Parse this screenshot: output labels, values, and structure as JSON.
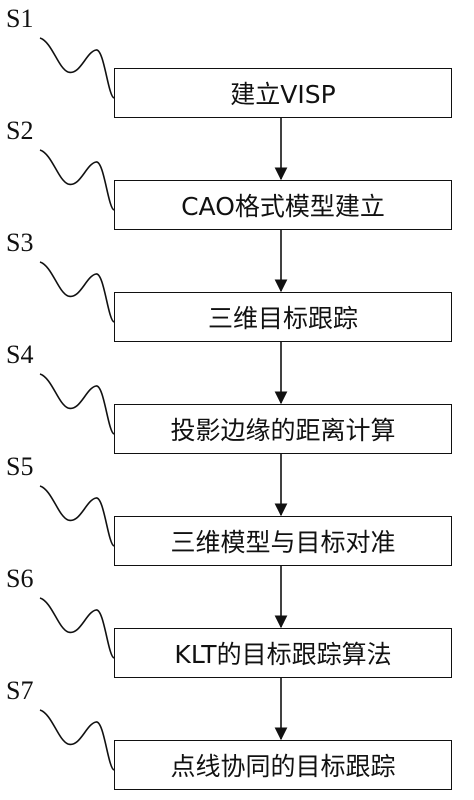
{
  "steps": [
    {
      "label": "S1",
      "text": "建立VISP"
    },
    {
      "label": "S2",
      "text": "CAO格式模型建立"
    },
    {
      "label": "S3",
      "text": "三维目标跟踪"
    },
    {
      "label": "S4",
      "text": "投影边缘的距离计算"
    },
    {
      "label": "S5",
      "text": "三维模型与目标对准"
    },
    {
      "label": "S6",
      "text": "KLT的目标跟踪算法"
    },
    {
      "label": "S7",
      "text": "点线协同的目标跟踪"
    }
  ]
}
